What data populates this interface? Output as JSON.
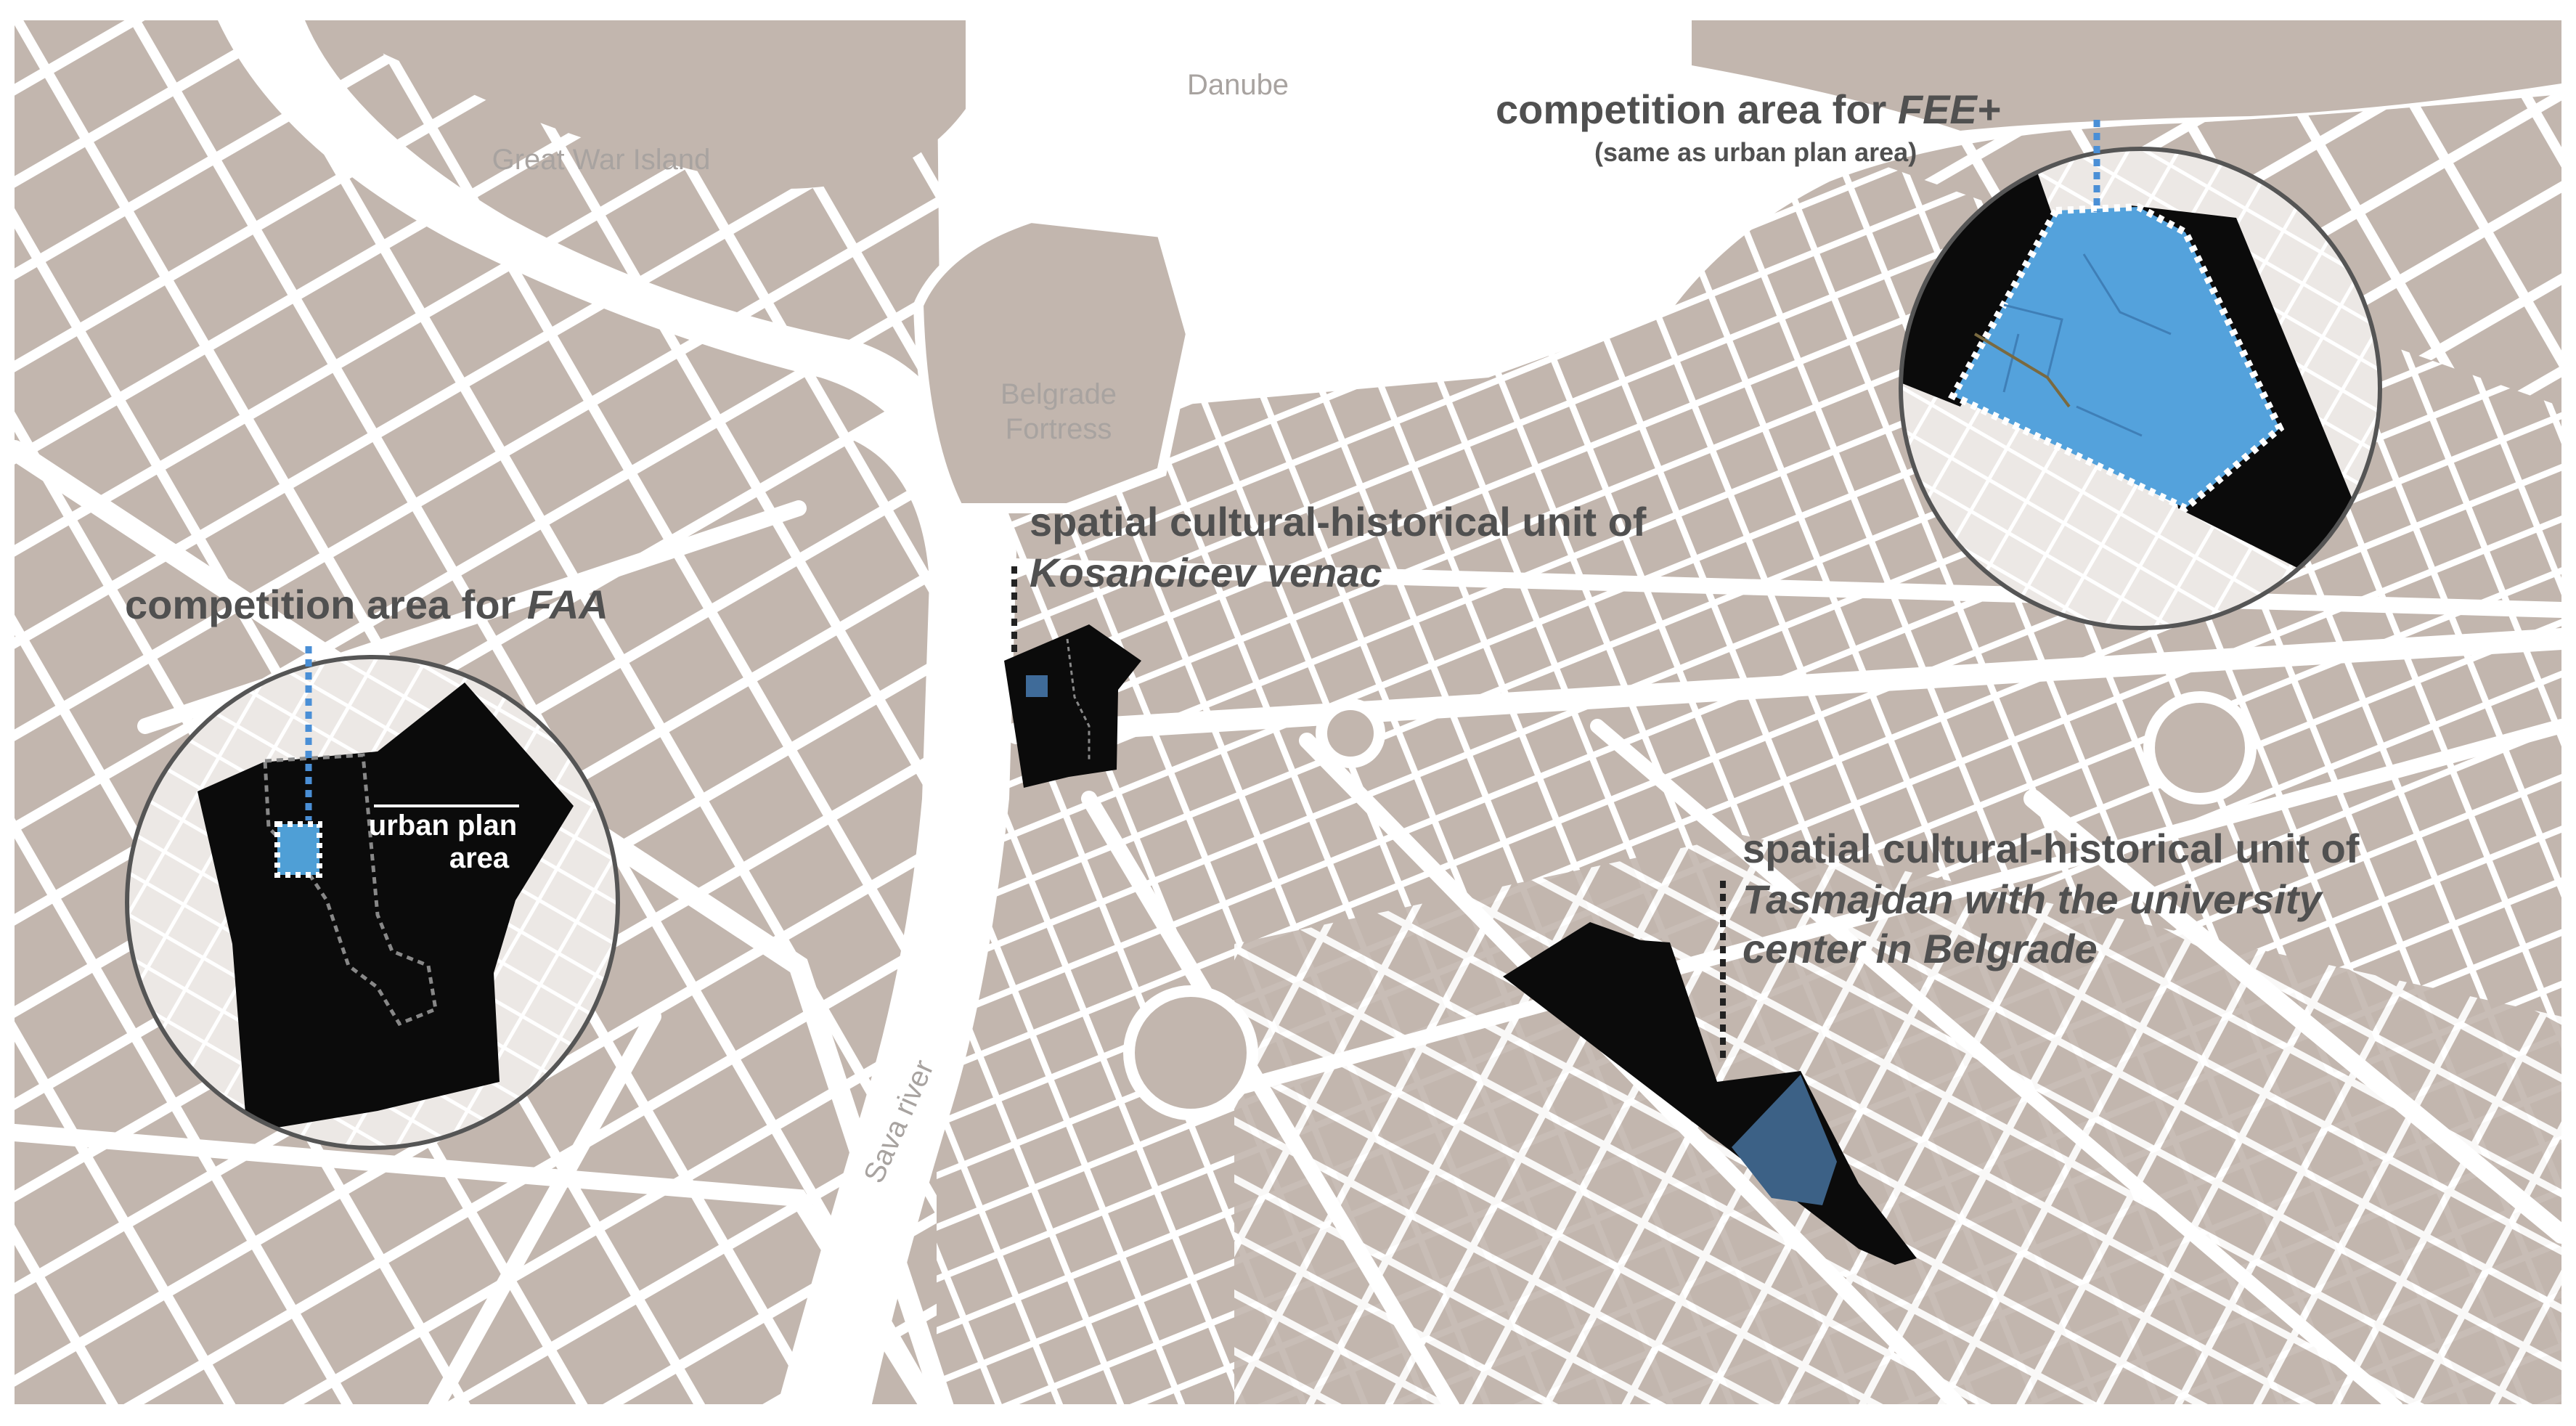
{
  "colors": {
    "land": "#c2b6ae",
    "street": "#ffffff",
    "unit": "#0b0b0b",
    "fee_area": "#54a2dc",
    "faa_area": "#4f9fd6",
    "tasmajdan_area": "#3c6186",
    "inset_light": "#ece8e5",
    "label": "#505050",
    "place_label": "#a8a3a0",
    "dotted_blue": "#4a8fd6"
  },
  "places": {
    "danube": "Danube",
    "great_war_island": "Great War Island",
    "belgrade_fortress_line1": "Belgrade",
    "belgrade_fortress_line2": "Fortress",
    "sava_river": "Sava river"
  },
  "annotations": {
    "fee": {
      "prefix": "competition area for ",
      "name": "FEE+",
      "note": "(same as urban plan area)"
    },
    "faa": {
      "prefix": "competition area for ",
      "name": "FAA",
      "urban_plan_line1": "urban plan",
      "urban_plan_line2": "area"
    },
    "kosancicev": {
      "line1": "spatial cultural-historical unit of",
      "line2": "Kosancicev venac"
    },
    "tasmajdan": {
      "line1": "spatial cultural-historical unit of",
      "line2": "Tasmajdan with the university",
      "line3": "center in Belgrade"
    }
  }
}
